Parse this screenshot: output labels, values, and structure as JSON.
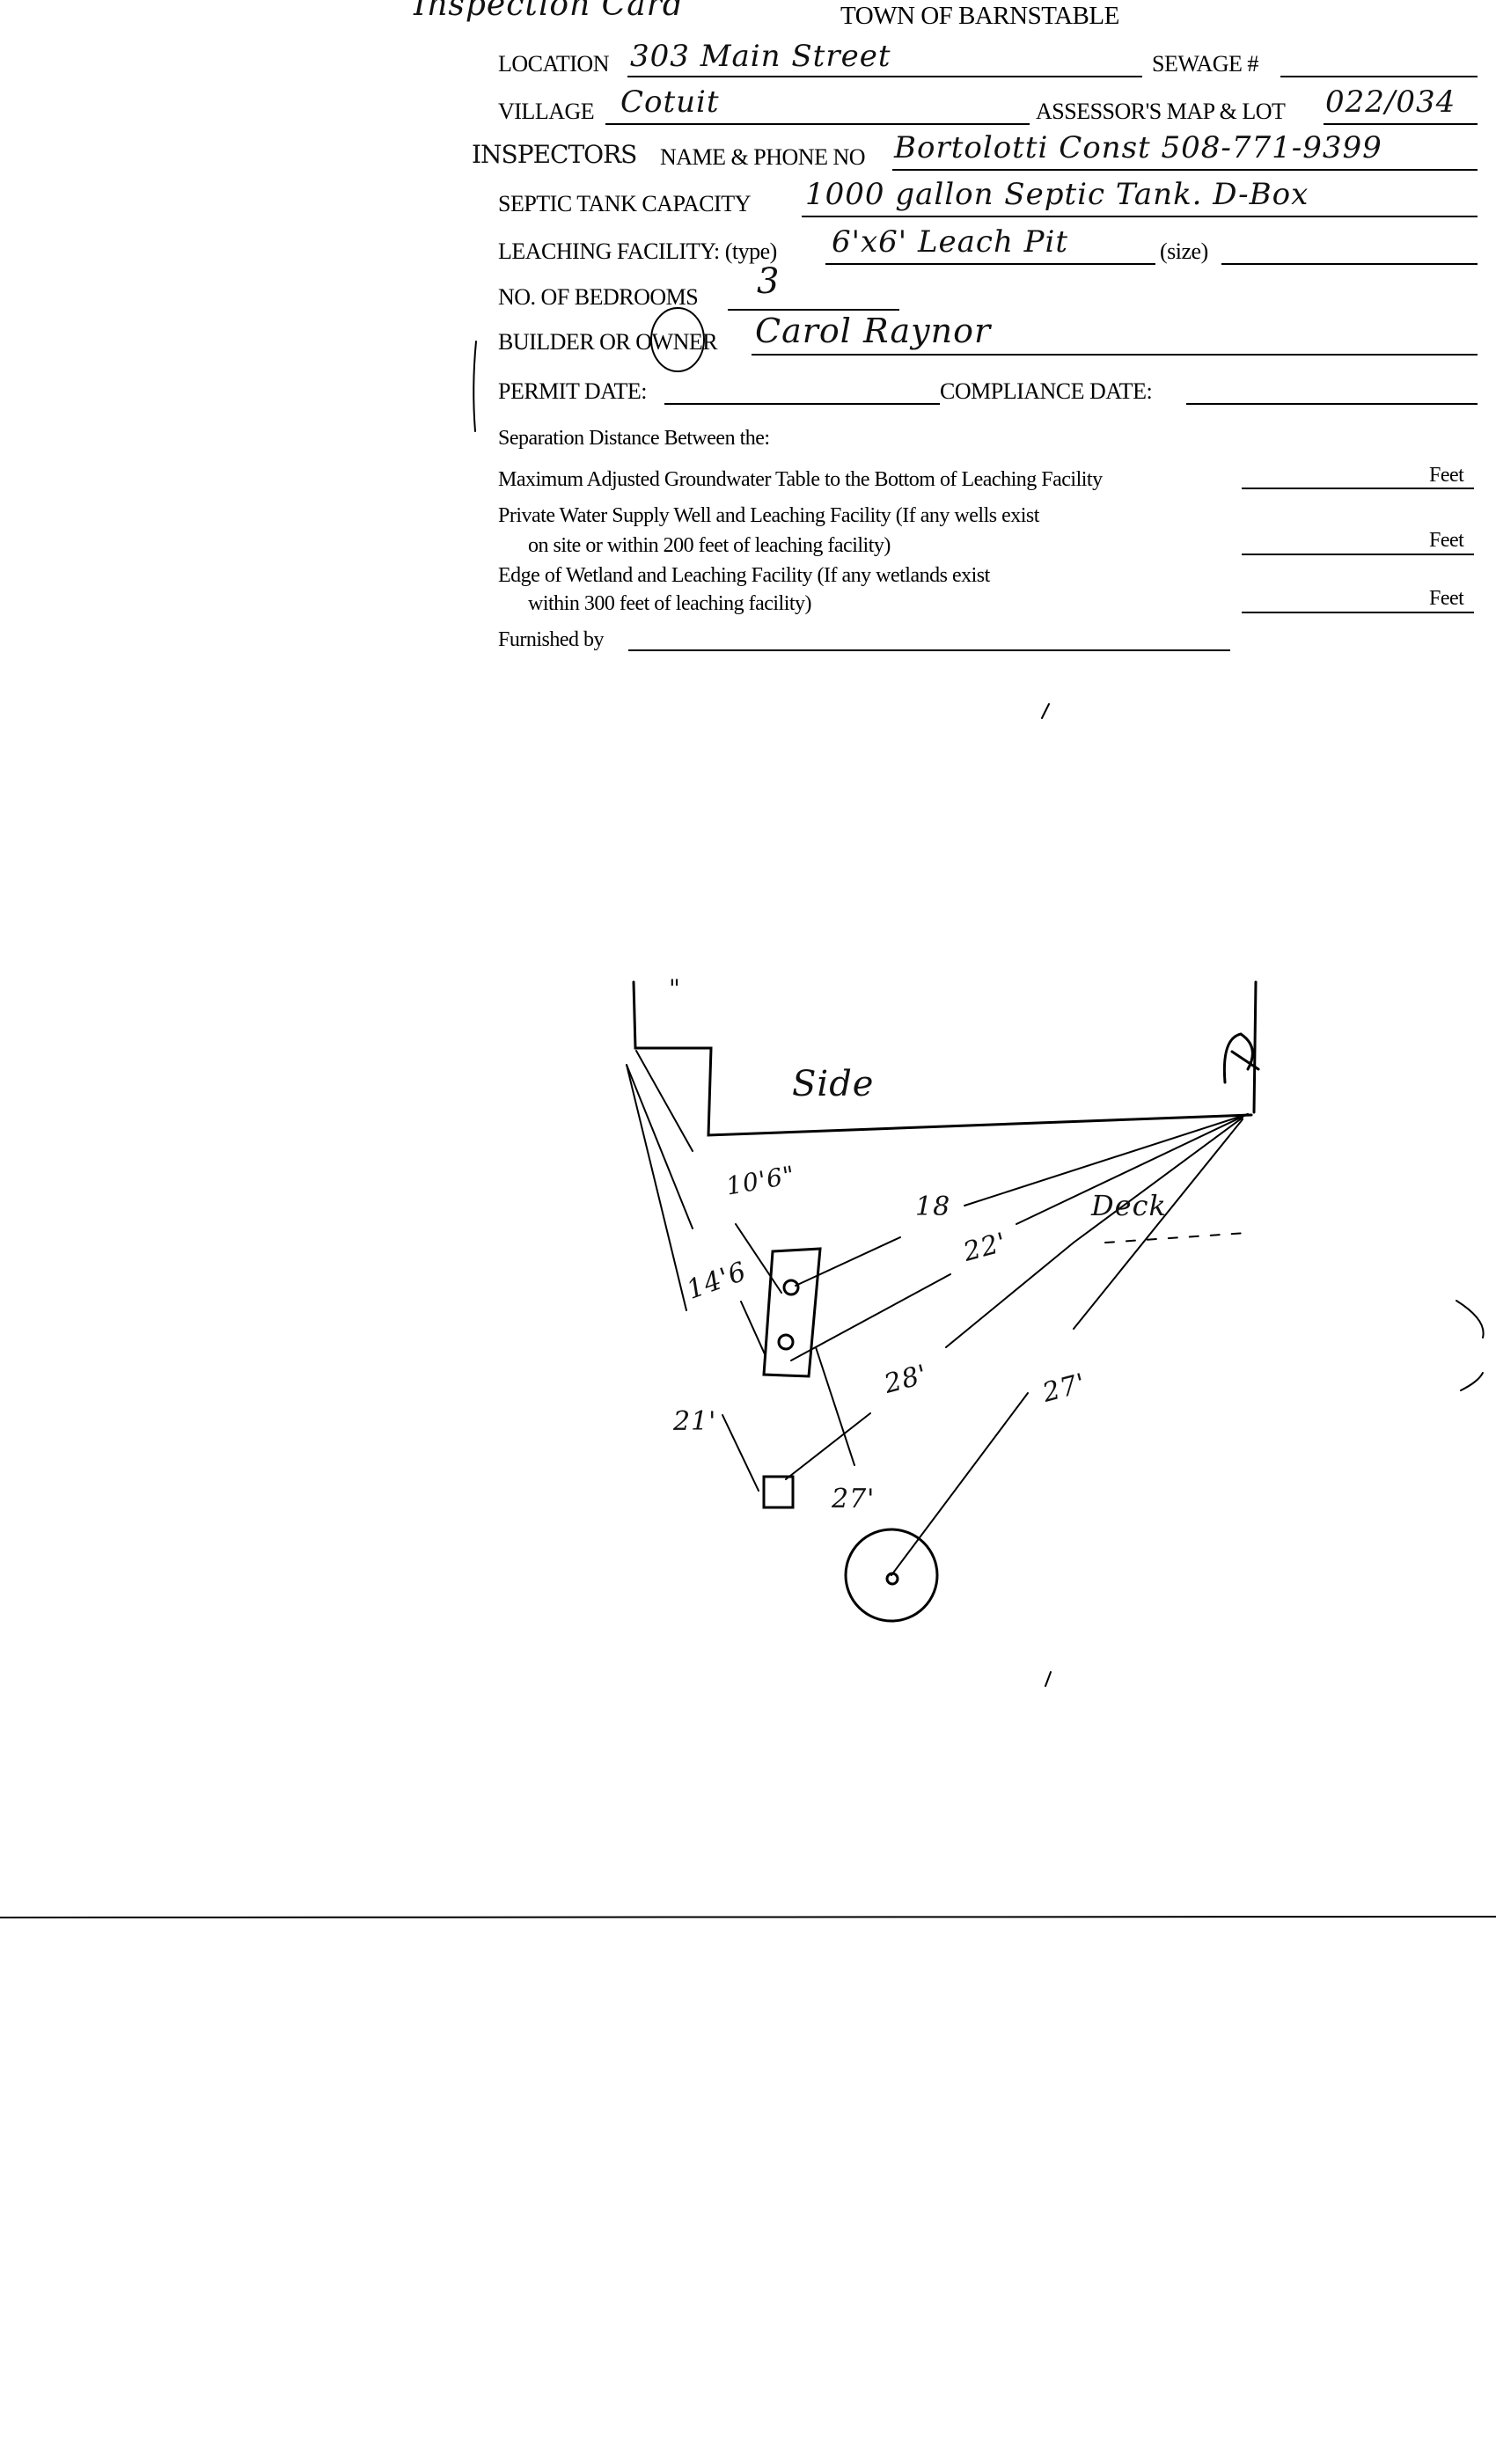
{
  "header": {
    "handwritten_title": "Inspection Card",
    "title": "TOWN OF BARNSTABLE"
  },
  "form": {
    "location_label": "LOCATION",
    "location_value": "303 Main Street",
    "sewage_label": "SEWAGE #",
    "sewage_value": "",
    "village_label": "VILLAGE",
    "village_value": "Cotuit",
    "map_lot_label": "ASSESSOR'S MAP & LOT",
    "map_lot_value": "022/034",
    "inspector_prefix": "INSPECTORS",
    "name_phone_label": "NAME & PHONE NO",
    "name_phone_value": "Bortolotti Const 508-771-9399",
    "septic_label": "SEPTIC TANK CAPACITY",
    "septic_value": "1000 gallon Septic Tank. D-Box",
    "leaching_label": "LEACHING FACILITY: (type)",
    "leaching_value": "6'x6' Leach Pit",
    "size_label": "(size)",
    "size_value": "",
    "bedrooms_label": "NO. OF BEDROOMS",
    "bedrooms_value": "3",
    "owner_label": "BUILDER OR OWNER",
    "owner_value": "Carol Raynor",
    "permit_label": "PERMIT DATE:",
    "permit_value": "",
    "compliance_label": "COMPLIANCE DATE:",
    "compliance_value": ""
  },
  "separation": {
    "heading": "Separation Distance Between the:",
    "rows": [
      {
        "line1": "Maximum Adjusted Groundwater Table to the Bottom of Leaching Facility",
        "line2": "",
        "unit": "Feet",
        "value": ""
      },
      {
        "line1": "Private Water Supply Well and Leaching Facility  (If any wells exist",
        "line2": "on site or within 200 feet of leaching facility)",
        "unit": "Feet",
        "value": ""
      },
      {
        "line1": "Edge of Wetland and Leaching Facility (If any wetlands exist",
        "line2": "within 300 feet of leaching facility)",
        "unit": "Feet",
        "value": ""
      }
    ],
    "furnished_label": "Furnished by",
    "furnished_value": ""
  },
  "sketch": {
    "side_label": "Side",
    "deck_label": "Deck",
    "corner_label": "B",
    "distances": [
      "10'6\"",
      "18",
      "22'",
      "14'6",
      "28'",
      "27'",
      "21'",
      "27'"
    ],
    "tick_mark": "\""
  }
}
